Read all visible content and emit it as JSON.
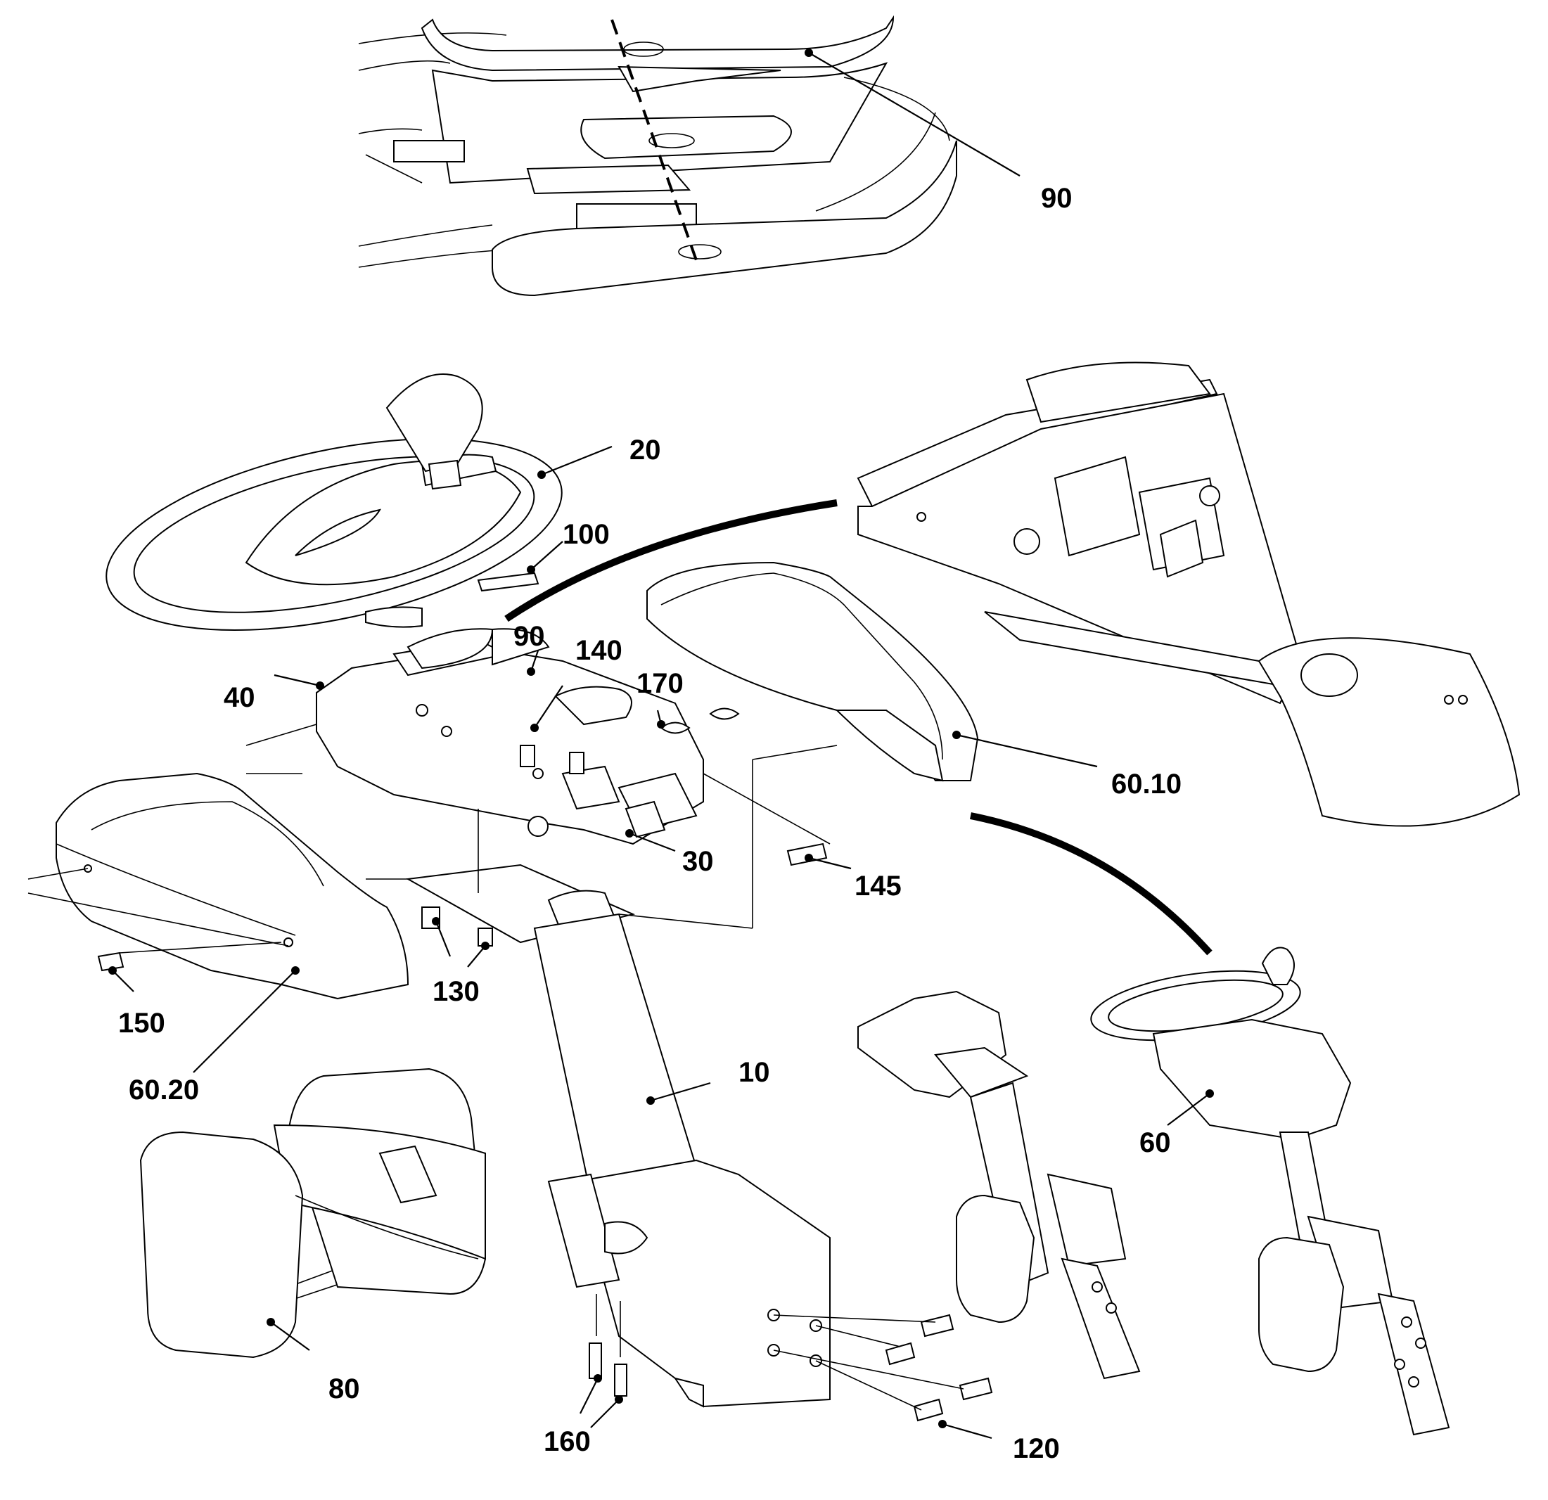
{
  "callouts": [
    {
      "id": "90-top",
      "text": "90"
    },
    {
      "id": "20",
      "text": "20"
    },
    {
      "id": "100",
      "text": "100"
    },
    {
      "id": "90",
      "text": "90"
    },
    {
      "id": "140",
      "text": "140"
    },
    {
      "id": "170",
      "text": "170"
    },
    {
      "id": "40",
      "text": "40"
    },
    {
      "id": "60-10",
      "text": "60.10"
    },
    {
      "id": "30",
      "text": "30"
    },
    {
      "id": "145",
      "text": "145"
    },
    {
      "id": "130",
      "text": "130"
    },
    {
      "id": "150",
      "text": "150"
    },
    {
      "id": "60-20",
      "text": "60.20"
    },
    {
      "id": "10",
      "text": "10"
    },
    {
      "id": "60",
      "text": "60"
    },
    {
      "id": "80",
      "text": "80"
    },
    {
      "id": "160",
      "text": "160"
    },
    {
      "id": "120",
      "text": "120"
    }
  ]
}
